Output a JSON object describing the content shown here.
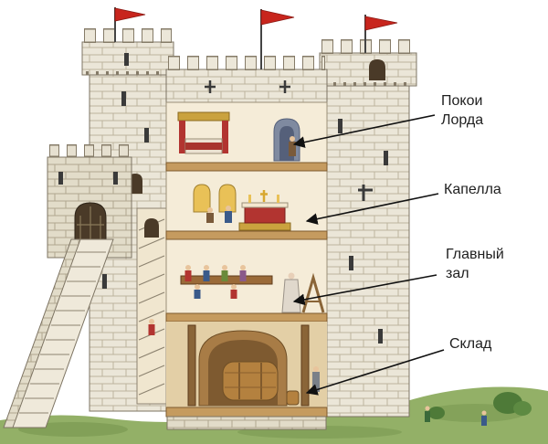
{
  "figure": {
    "kind": "castle cutaway diagram"
  },
  "labels": [
    {
      "id": "lord-chambers",
      "line1": "Покои",
      "line2": "Лорда"
    },
    {
      "id": "chapel",
      "line1": "Капелла",
      "line2": ""
    },
    {
      "id": "main-hall",
      "line1": "Главный",
      "line2": "зал"
    },
    {
      "id": "storage",
      "line1": "Склад",
      "line2": ""
    }
  ],
  "colors": {
    "background": "#ffffff",
    "stone": "#ebe6d8",
    "stone_dark": "#e2dcc9",
    "flag_red": "#c8251d",
    "grass": "#93b067",
    "wood_beam": "#c59b5f",
    "arrow": "#111111",
    "label_text": "#1f1f1f"
  }
}
